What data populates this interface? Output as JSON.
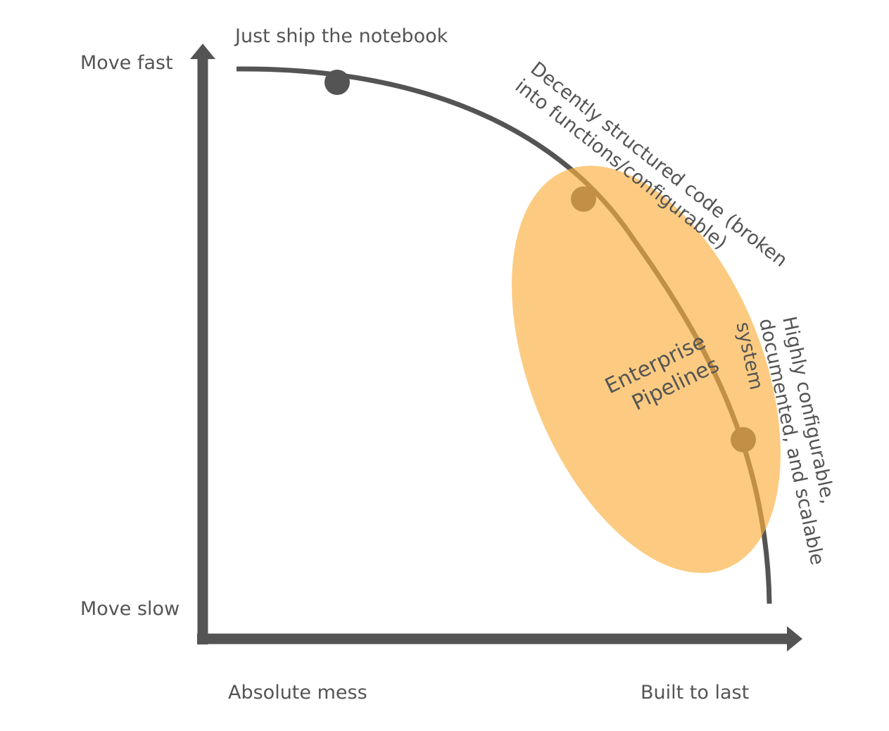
{
  "axes": {
    "y_top_label": "Move fast",
    "y_bottom_label": "Move slow",
    "x_left_label": "Absolute mess",
    "x_right_label": "Built to last"
  },
  "points": [
    {
      "label_lines": [
        "Just ship the notebook"
      ]
    },
    {
      "label_lines": [
        "Decently structured code (broken",
        "into functions/configurable)"
      ]
    },
    {
      "label_lines": [
        "Highly configurable,",
        "documented, and scalable",
        "system"
      ]
    }
  ],
  "region": {
    "label_lines": [
      "Enterprise",
      "Pipelines"
    ],
    "color": "#fbb040"
  },
  "colors": {
    "curve": "#545454",
    "axis": "#545454",
    "point": "#545454"
  }
}
